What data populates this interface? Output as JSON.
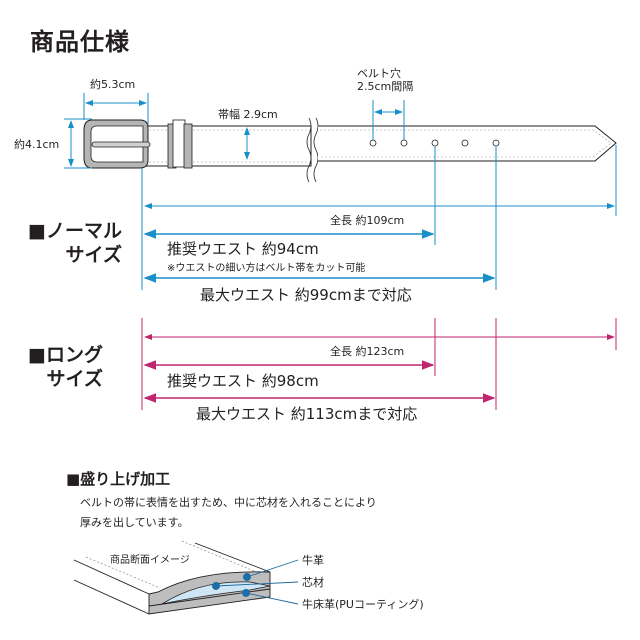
{
  "title": "商品仕様",
  "belt_diagram": {
    "buckle_width": "約5.3cm",
    "buckle_height": "約4.1cm",
    "strap_width": "帯幅 2.9cm",
    "hole_spacing_line1": "ベルト穴",
    "hole_spacing_line2": "2.5cm間隔",
    "hole_count": 5
  },
  "sizes": [
    {
      "label_line1": "■ノーマル",
      "label_line2": "サイズ",
      "total_length": "全長 約109cm",
      "recommended_waist": "推奨ウエスト 約94cm",
      "note": "※ウエストの細い方はベルト帯をカット可能",
      "max_waist": "最大ウエスト 約99cmまで対応",
      "color": "#1a8fc7"
    },
    {
      "label_line1": "■ロング",
      "label_line2": "サイズ",
      "total_length": "全長 約123cm",
      "recommended_waist": "推奨ウエスト 約98cm",
      "max_waist": "最大ウエスト 約113cmまで対応",
      "color": "#c0266d"
    }
  ],
  "raised_process": {
    "title": "■盛り上げ加工",
    "description_line1": "ベルトの帯に表情を出すため、中に芯材を入れることにより",
    "description_line2": "厚みを出しています。",
    "image_caption": "商品断面イメージ",
    "layers": [
      "牛革",
      "芯材",
      "牛床革(PUコーティング)"
    ]
  },
  "colors": {
    "blue": "#1a8fc7",
    "magenta": "#c0266d",
    "text": "#231f20",
    "buckle_gray": "#b5b5b5",
    "core_light_blue": "#cfe6f5"
  }
}
